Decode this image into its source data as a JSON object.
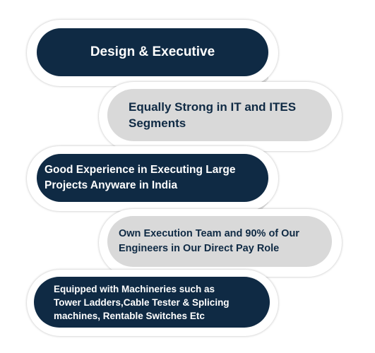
{
  "diagram": {
    "items": [
      {
        "text": "Design & Executive",
        "style": "dark"
      },
      {
        "text": "Equally Strong in IT and ITES\nSegments",
        "style": "light"
      },
      {
        "text": "Good Experience in Executing Large\nProjects Anyware in India",
        "style": "dark"
      },
      {
        "text": "Own Execution Team and 90% of Our\nEngineers in Our Direct Pay Role",
        "style": "light"
      },
      {
        "text": "Equipped with Machineries such as\nTower Ladders,Cable Tester & Splicing\nmachines, Rentable Switches Etc",
        "style": "dark"
      }
    ],
    "colors": {
      "dark": "#0f2a44",
      "light": "#d9d9d9",
      "connector": "#e3e3e3",
      "text_on_dark": "#ffffff",
      "text_on_light": "#0f2a44"
    }
  }
}
